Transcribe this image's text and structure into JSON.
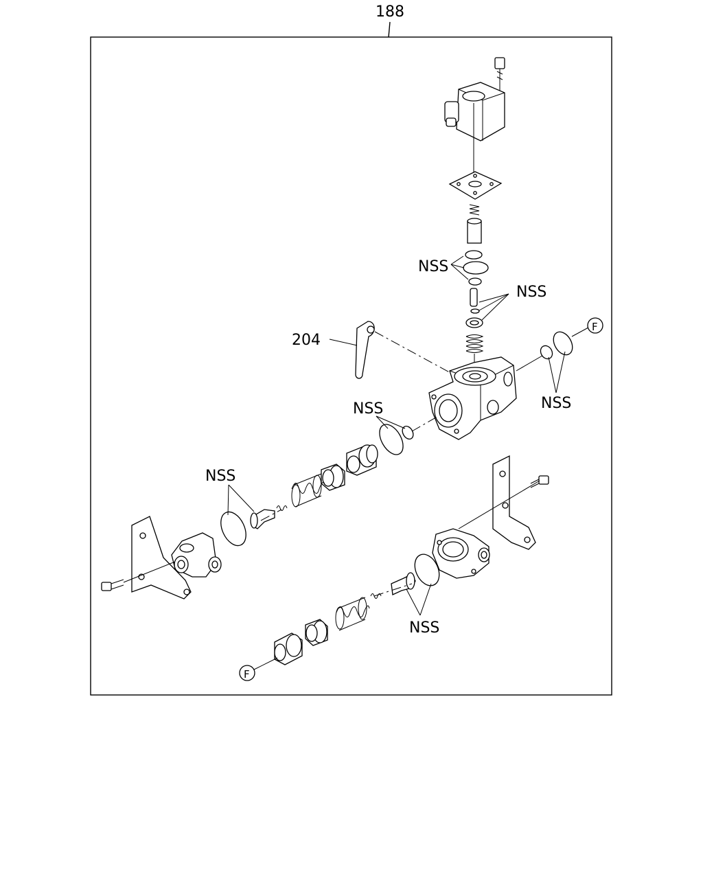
{
  "diagram": {
    "assembly_number": "188",
    "part_callout": "204",
    "nss_labels": [
      "NSS",
      "NSS",
      "NSS",
      "NSS",
      "NSS",
      "NSS"
    ],
    "ref_markers": [
      "F",
      "F"
    ]
  }
}
